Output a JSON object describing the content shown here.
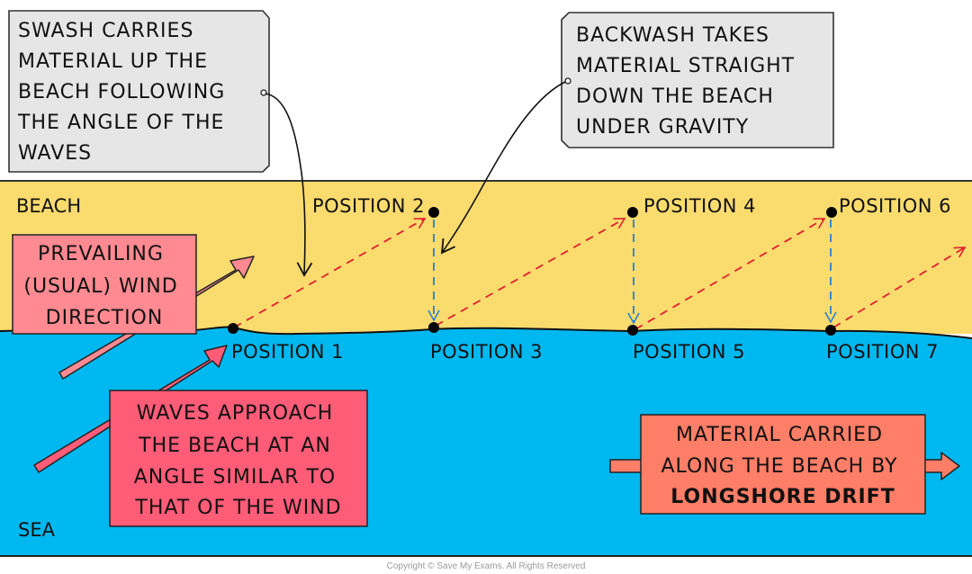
{
  "diagram": {
    "title": "Longshore drift",
    "zones": {
      "beach": "BEACH",
      "sea": "SEA"
    },
    "callouts": {
      "swash": [
        "SWASH CARRIES",
        "MATERIAL UP THE",
        "BEACH FOLLOWING",
        "THE ANGLE OF THE",
        "WAVES"
      ],
      "backwash": [
        "BACKWASH TAKES",
        "MATERIAL STRAIGHT",
        "DOWN THE BEACH",
        "UNDER GRAVITY"
      ],
      "wind": [
        "PREVAILING",
        "(USUAL) WIND",
        "DIRECTION"
      ],
      "waves": [
        "WAVES APPROACH",
        "THE BEACH AT AN",
        "ANGLE SIMILAR TO",
        "THAT OF THE WIND"
      ],
      "drift": {
        "lines": [
          "MATERIAL CARRIED",
          "ALONG THE BEACH BY"
        ],
        "emphasis": "LONGSHORE DRIFT"
      }
    },
    "positions": [
      {
        "label": "POSITION 1",
        "zone": "shoreline"
      },
      {
        "label": "POSITION 2",
        "zone": "beach"
      },
      {
        "label": "POSITION 3",
        "zone": "shoreline"
      },
      {
        "label": "POSITION 4",
        "zone": "beach"
      },
      {
        "label": "POSITION 5",
        "zone": "shoreline"
      },
      {
        "label": "POSITION 6",
        "zone": "beach"
      },
      {
        "label": "POSITION 7",
        "zone": "shoreline"
      }
    ],
    "legend_semantics": {
      "swash_path": "red dashed arrow (swash)",
      "backwash_path": "blue dashed arrow (backwash)"
    },
    "colors": {
      "beach": "#FADB6E",
      "sea": "#00B8F0",
      "callout_grey": "#E6E6E6",
      "wind_box": "#FF8A92",
      "waves_box": "#FF5C78",
      "drift_box": "#FF7E68",
      "swash": "#E0202E",
      "backwash": "#2A7FD0"
    },
    "copyright": "Copyright © Save My Exams. All Rights Reserved"
  }
}
